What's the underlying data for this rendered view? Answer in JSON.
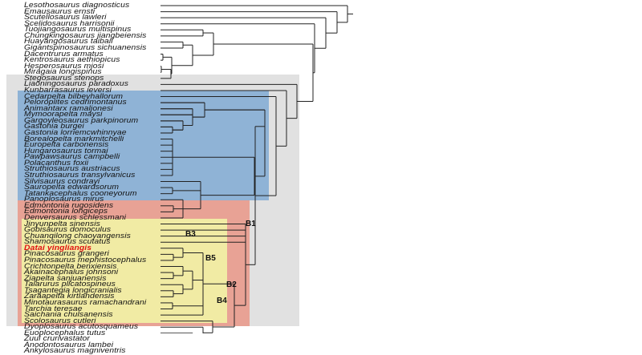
{
  "figure": {
    "type": "cladogram",
    "highlight_color": "#e01010",
    "boxes": [
      {
        "name": "outer-gray",
        "color": "#e1e1e1"
      },
      {
        "name": "nodosauridae-blue",
        "color": "#8fb3d6"
      },
      {
        "name": "ankylosauridae-red",
        "color": "#e8a295"
      },
      {
        "name": "ankylosaurinae-yellow",
        "color": "#f1eba4"
      }
    ]
  },
  "taxa": [
    "Lesothosaurus diagnosticus",
    "Emausaurus ernsti",
    "Scutellosaurus lawleri",
    "Scelidosaurus harrisonii",
    "Tuojiangosaurus multispinus",
    "Chungkingosaurus jiangbeiensis",
    "Huayangosaurus taibaii",
    "Gigantspinosaurus sichuanensis",
    "Dacentrurus armatus",
    "Kentrosaurus aethiopicus",
    "Hesperosaurus mjosi",
    "Miragaia longispinus",
    "Stegosaurus stenops",
    "Liaoningosaurus paradoxus",
    "Kunbarrasaurus ieversi",
    "Cedarpelta bilbeyhallorum",
    "Peloroplites cedrimontanus",
    "Animantarx ramaljonesi",
    "Mymoorapelta maysi",
    "Gargoyleosaurus parkpinorum",
    "Gastonia burgei",
    "Gastonia lorriemcwhinnyae",
    "Borealopelta markmitchelli",
    "Europelta carbonensis",
    "Hungarosaurus tormai",
    "Pawpawsaurus campbelli",
    "Polacanthus foxii",
    "Struthiosaurus austriacus",
    "Struthiosaurus transylvanicus",
    "Silvisaurus condrayi",
    "Sauropelta edwardsorum",
    "Tatankacephalus cooneyorum",
    "Panoplosaurus mirus",
    "Edmontonia rugosidens",
    "Edmontonia longiceps",
    "Denversaurus schlessmani",
    "Jinyunpelta sinensis",
    "Gobisaurus domoculus",
    "Chuanqilong chaoyangensis",
    "Shamosaurus scutatus",
    "Datai yingliangis",
    "Pinacosaurus grangeri",
    "Pinacosaurus mephistocephalus",
    "Crichtonpelta benxiensis",
    "Akainacephalus johnsoni",
    "Ziapelta sanjuanensis",
    "Talarurus plicatospineus",
    "Tsagantegia longicranialis",
    "Zaraapelta kirtlandensis",
    "Minotaurasaurus ramachandrani",
    "Tarchia teresae",
    "Saichania chulsanensis",
    "Scolosaurus cutleri",
    "Dyoplosaurus acutosquameus",
    "Euoplocephalus tutus",
    "Zuul crurivastator",
    "Anodontosaurus lambei",
    "Ankylosaurus magniventris"
  ],
  "highlighted_taxon": "Datai yingliangis",
  "clade_labels": {
    "b1": "B1",
    "b2": "B2",
    "b3": "B3",
    "b4": "B4",
    "b5": "B5"
  }
}
